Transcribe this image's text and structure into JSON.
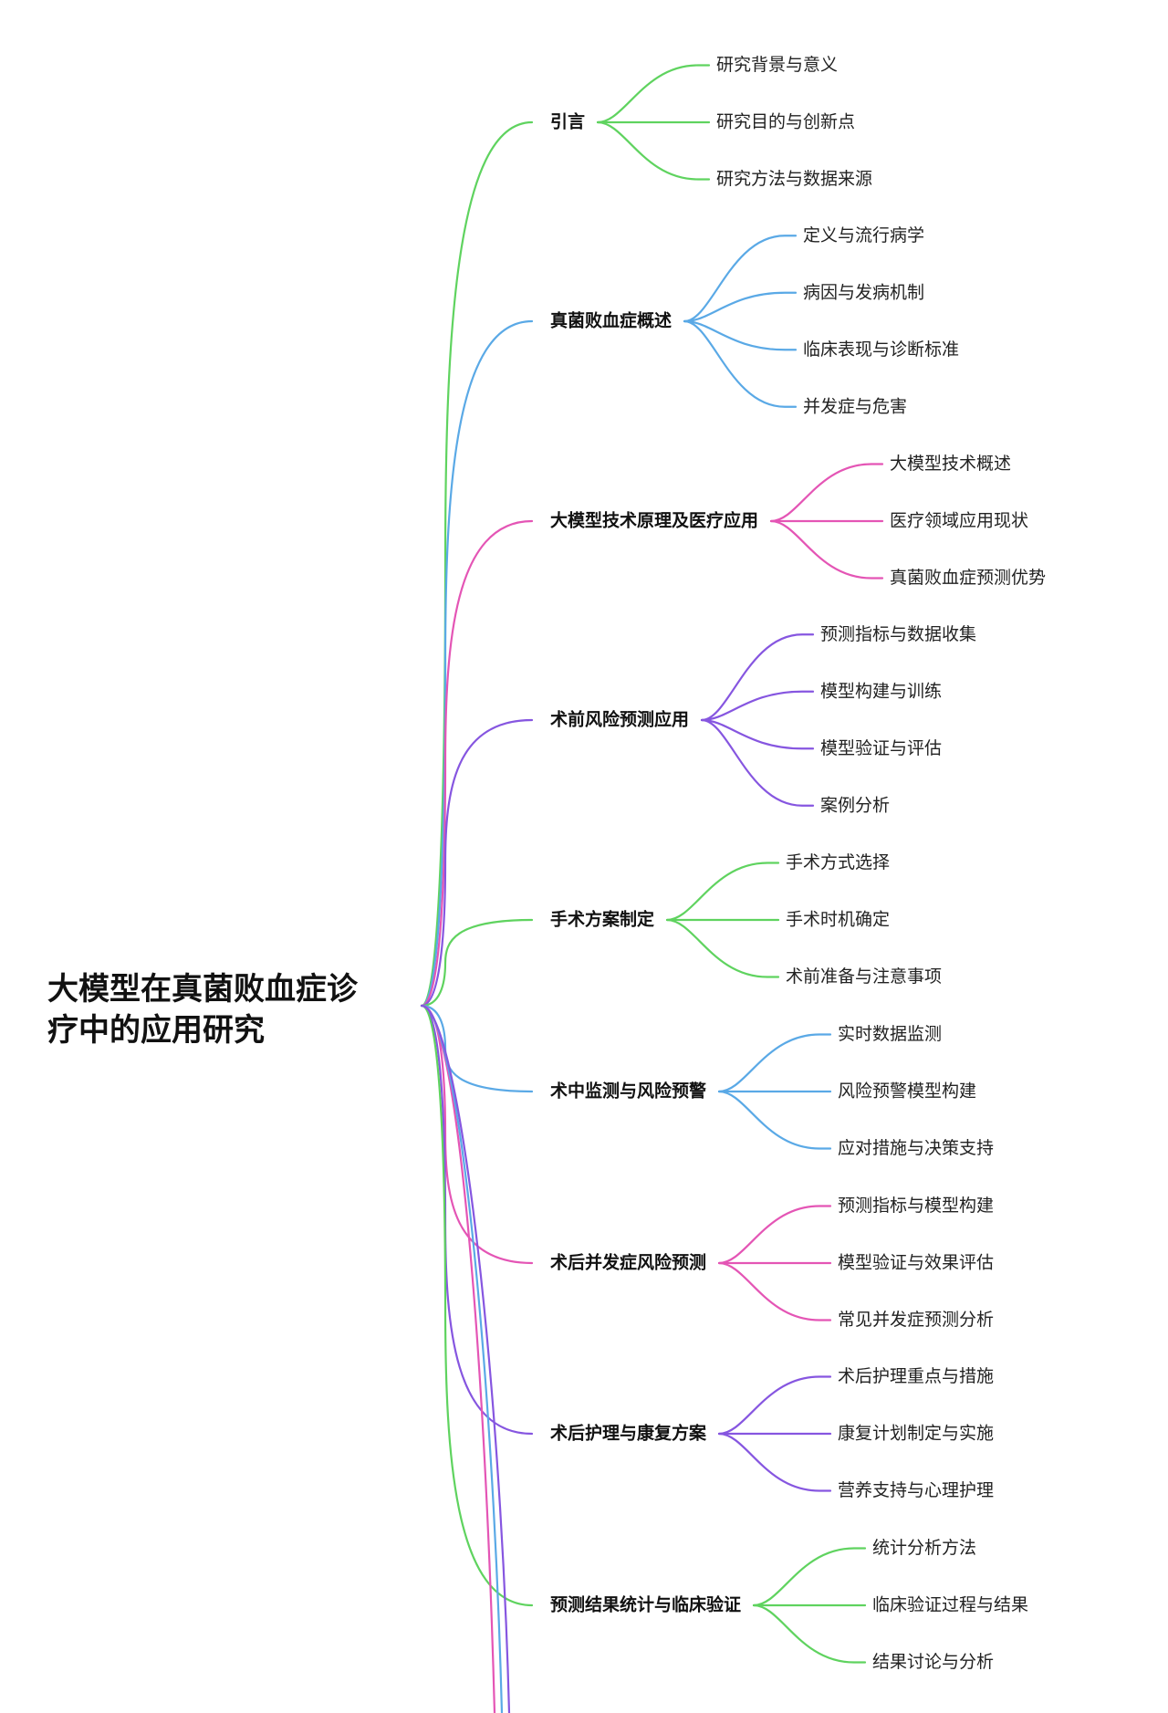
{
  "root": {
    "line1": "大模型在真菌败血症诊",
    "line2": "疗中的应用研究"
  },
  "colors": {
    "green": "#5fd35f",
    "blue": "#5aa9e6",
    "pink": "#e455b5",
    "purple": "#8656e0"
  },
  "branches": [
    {
      "label": "引言",
      "color": "green",
      "children": [
        "研究背景与意义",
        "研究目的与创新点",
        "研究方法与数据来源"
      ]
    },
    {
      "label": "真菌败血症概述",
      "color": "blue",
      "children": [
        "定义与流行病学",
        "病因与发病机制",
        "临床表现与诊断标准",
        "并发症与危害"
      ]
    },
    {
      "label": "大模型技术原理及医疗应用",
      "color": "pink",
      "children": [
        "大模型技术概述",
        "医疗领域应用现状",
        "真菌败血症预测优势"
      ]
    },
    {
      "label": "术前风险预测应用",
      "color": "purple",
      "children": [
        "预测指标与数据收集",
        "模型构建与训练",
        "模型验证与评估",
        "案例分析"
      ]
    },
    {
      "label": "手术方案制定",
      "color": "green",
      "children": [
        "手术方式选择",
        "手术时机确定",
        "术前准备与注意事项"
      ]
    },
    {
      "label": "术中监测与风险预警",
      "color": "blue",
      "children": [
        "实时数据监测",
        "风险预警模型构建",
        "应对措施与决策支持"
      ]
    },
    {
      "label": "术后并发症风险预测",
      "color": "pink",
      "children": [
        "预测指标与模型构建",
        "模型验证与效果评估",
        "常见并发症预测分析"
      ]
    },
    {
      "label": "术后护理与康复方案",
      "color": "purple",
      "children": [
        "术后护理重点与措施",
        "康复计划制定与实施",
        "营养支持与心理护理"
      ]
    },
    {
      "label": "预测结果统计与临床验证",
      "color": "green",
      "children": [
        "统计分析方法",
        "临床验证过程与结果",
        "结果讨论与分析"
      ]
    }
  ],
  "extra_line_colors": [
    "pink",
    "blue",
    "purple"
  ]
}
